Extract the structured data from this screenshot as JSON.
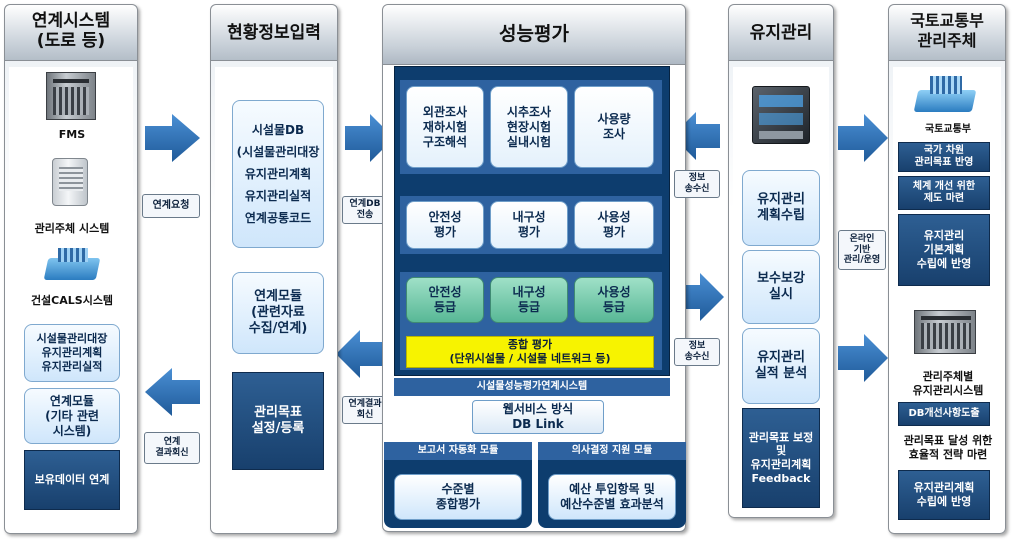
{
  "colors": {
    "arrow": "#2e6fb3",
    "dark_panel": "#1c4a7a",
    "yellow": "#f7f300",
    "green": "#58b896"
  },
  "left": {
    "title_line1": "연계시스템",
    "title_line2": "(도로 등)",
    "fms": "FMS",
    "owner_system": "관리주체 시스템",
    "cals": "건설CALS시스템",
    "ledger_box": [
      "시설물관리대장",
      "유지관리계획",
      "유지관리실적"
    ],
    "link_module": [
      "연계모듈",
      "(기타 관련",
      "시스템)"
    ],
    "hold_data": "보유데이터 연계",
    "request_label": "연계요청",
    "return_label": [
      "연계",
      "결과회신"
    ]
  },
  "status_input": {
    "title": "현황정보입력",
    "db_box": [
      "시설물DB",
      "(시설물관리대장",
      "유지관리계획",
      "유지관리실적",
      "연계공통코드"
    ],
    "module_box": [
      "연계모듈",
      "(관련자료",
      "수집/연계)"
    ],
    "target_box": [
      "관리목표",
      "설정/등록"
    ],
    "db_transfer": [
      "연계DB",
      "전송"
    ],
    "result_return": [
      "연계결과",
      "회신"
    ]
  },
  "eval": {
    "title": "성능평가",
    "row1": [
      [
        "외관조사",
        "재하시험",
        "구조해석"
      ],
      [
        "시추조사",
        "현장시험",
        "실내시험"
      ],
      [
        "사용량",
        "조사"
      ]
    ],
    "row2": [
      [
        "안전성",
        "평가"
      ],
      [
        "내구성",
        "평가"
      ],
      [
        "사용성",
        "평가"
      ]
    ],
    "row3": [
      [
        "안전성",
        "등급"
      ],
      [
        "내구성",
        "등급"
      ],
      [
        "사용성",
        "등급"
      ]
    ],
    "total": [
      "종합 평가",
      "(단위시설물 / 시설물 네트워크 등)"
    ],
    "link_system": "시설물성능평가연계시스템",
    "web_service": [
      "웹서비스 방식",
      "DB Link"
    ],
    "report_module": "보고서 자동화 모듈",
    "decision_module": "의사결정 지원 모듈",
    "level_eval": [
      "수준별",
      "종합평가"
    ],
    "budget_eval": [
      "예산 투입항목 및",
      "예산수준별 효과분석"
    ]
  },
  "notes": {
    "info_send1": [
      "정보",
      "송수신"
    ],
    "info_send2": [
      "정보",
      "송수신"
    ],
    "online": [
      "온라인",
      "기반",
      "관리/운영"
    ]
  },
  "maint": {
    "title": "유지관리",
    "plan": [
      "유지관리",
      "계획수립"
    ],
    "repair": [
      "보수보강",
      "실시"
    ],
    "result": [
      "유지관리",
      "실적 분석"
    ],
    "feedback": [
      "관리목표 보정",
      "및",
      "유지관리계획",
      "Feedback"
    ]
  },
  "ministry": {
    "title_line1": "국토교통부",
    "title_line2": "관리주체",
    "ministry_label": "국토교통부",
    "b1": [
      "국가 차원",
      "관리목표 반영"
    ],
    "b2": [
      "체계 개선 위한",
      "제도 마련"
    ],
    "b3": [
      "유지관리",
      "기본계획",
      "수립에 반영"
    ],
    "owner_label": [
      "관리주체별",
      "유지관리시스템"
    ],
    "b4": "DB개선사항도출",
    "b5": [
      "관리목표 달성 위한",
      "효율적 전략 마련"
    ],
    "b6": [
      "유지관리계획",
      "수립에 반영"
    ]
  }
}
